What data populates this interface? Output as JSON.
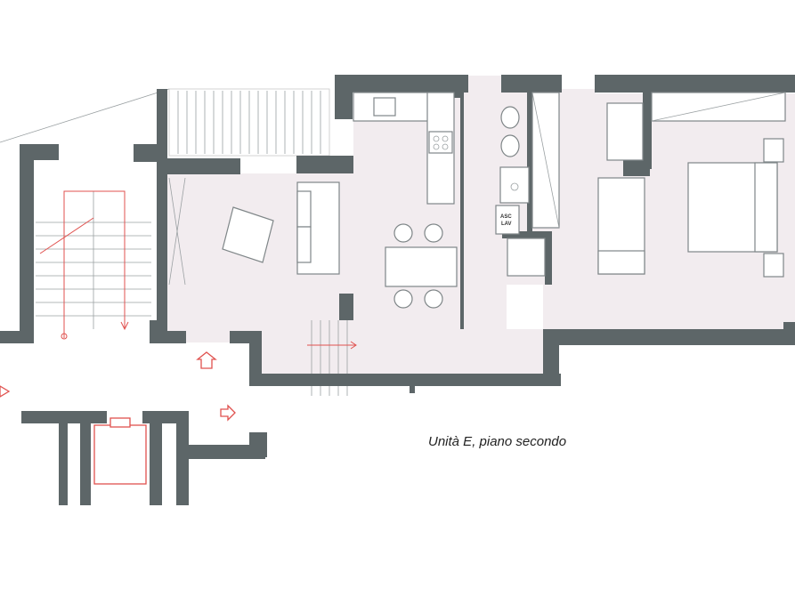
{
  "caption": "Unità E, piano secondo",
  "labels": {
    "washer_line1": "ASC",
    "washer_line2": "LAV"
  },
  "colors": {
    "wall": "#5d6668",
    "floor": "#f2ecef",
    "stair_arrow": "#e0524f"
  }
}
